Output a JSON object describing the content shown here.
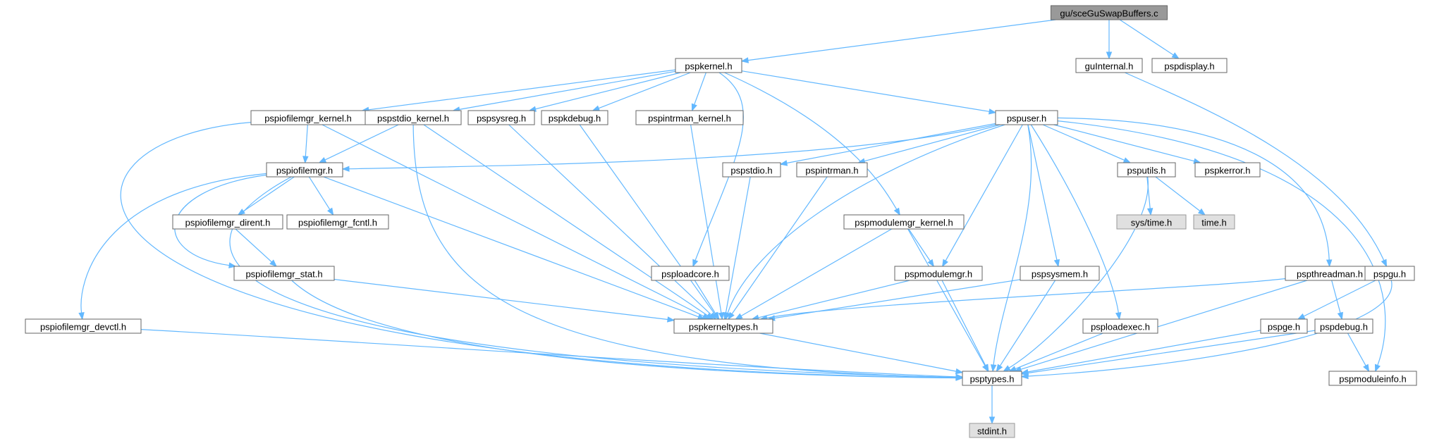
{
  "diagram": {
    "colors": {
      "edge": "#63b8ff",
      "node_border": "#666666",
      "node_fill": "#ffffff",
      "root_fill": "#999999",
      "system_fill": "#e0e0e0"
    },
    "nodes": [
      {
        "id": "n_root",
        "label": "gu/sceGuSwapBuffers.c",
        "kind": "root"
      },
      {
        "id": "n_pspkernel",
        "label": "pspkernel.h",
        "kind": "normal"
      },
      {
        "id": "n_guinternal",
        "label": "guInternal.h",
        "kind": "normal"
      },
      {
        "id": "n_pspdisplay",
        "label": "pspdisplay.h",
        "kind": "normal"
      },
      {
        "id": "n_pspiofilemgr_kernel",
        "label": "pspiofilemgr_kernel.h",
        "kind": "normal"
      },
      {
        "id": "n_pspstdio_kernel",
        "label": "pspstdio_kernel.h",
        "kind": "normal"
      },
      {
        "id": "n_pspsysreg",
        "label": "pspsysreg.h",
        "kind": "normal"
      },
      {
        "id": "n_pspkdebug",
        "label": "pspkdebug.h",
        "kind": "normal"
      },
      {
        "id": "n_pspintrman_kernel",
        "label": "pspintrman_kernel.h",
        "kind": "normal"
      },
      {
        "id": "n_pspuser",
        "label": "pspuser.h",
        "kind": "normal"
      },
      {
        "id": "n_pspiofilemgr",
        "label": "pspiofilemgr.h",
        "kind": "normal"
      },
      {
        "id": "n_pspstdio",
        "label": "pspstdio.h",
        "kind": "normal"
      },
      {
        "id": "n_pspintrman",
        "label": "pspintrman.h",
        "kind": "normal"
      },
      {
        "id": "n_psputils",
        "label": "psputils.h",
        "kind": "normal"
      },
      {
        "id": "n_pspkerror",
        "label": "pspkerror.h",
        "kind": "normal"
      },
      {
        "id": "n_pspiofilemgr_dirent",
        "label": "pspiofilemgr_dirent.h",
        "kind": "normal"
      },
      {
        "id": "n_pspiofilemgr_fcntl",
        "label": "pspiofilemgr_fcntl.h",
        "kind": "normal"
      },
      {
        "id": "n_pspmodulemgr_kernel",
        "label": "pspmodulemgr_kernel.h",
        "kind": "normal"
      },
      {
        "id": "n_sys_time",
        "label": "sys/time.h",
        "kind": "system"
      },
      {
        "id": "n_time",
        "label": "time.h",
        "kind": "system"
      },
      {
        "id": "n_pspiofilemgr_stat",
        "label": "pspiofilemgr_stat.h",
        "kind": "normal"
      },
      {
        "id": "n_psploadcore",
        "label": "psploadcore.h",
        "kind": "normal"
      },
      {
        "id": "n_pspmodulemgr",
        "label": "pspmodulemgr.h",
        "kind": "normal"
      },
      {
        "id": "n_pspsysmem",
        "label": "pspsysmem.h",
        "kind": "normal"
      },
      {
        "id": "n_pspthreadman",
        "label": "pspthreadman.h",
        "kind": "normal"
      },
      {
        "id": "n_pspgu",
        "label": "pspgu.h",
        "kind": "normal"
      },
      {
        "id": "n_pspiofilemgr_devctl",
        "label": "pspiofilemgr_devctl.h",
        "kind": "normal"
      },
      {
        "id": "n_pspkerneltypes",
        "label": "pspkerneltypes.h",
        "kind": "normal"
      },
      {
        "id": "n_psploadexec",
        "label": "psploadexec.h",
        "kind": "normal"
      },
      {
        "id": "n_pspge",
        "label": "pspge.h",
        "kind": "normal"
      },
      {
        "id": "n_pspdebug",
        "label": "pspdebug.h",
        "kind": "normal"
      },
      {
        "id": "n_psptypes",
        "label": "psptypes.h",
        "kind": "normal"
      },
      {
        "id": "n_pspmoduleinfo",
        "label": "pspmoduleinfo.h",
        "kind": "normal"
      },
      {
        "id": "n_stdint",
        "label": "stdint.h",
        "kind": "system"
      }
    ],
    "edges": [
      [
        "n_root",
        "n_pspkernel"
      ],
      [
        "n_root",
        "n_guinternal"
      ],
      [
        "n_root",
        "n_pspdisplay"
      ],
      [
        "n_pspkernel",
        "n_pspiofilemgr_kernel"
      ],
      [
        "n_pspkernel",
        "n_pspstdio_kernel"
      ],
      [
        "n_pspkernel",
        "n_pspsysreg"
      ],
      [
        "n_pspkernel",
        "n_pspkdebug"
      ],
      [
        "n_pspkernel",
        "n_pspintrman_kernel"
      ],
      [
        "n_pspkernel",
        "n_psploadcore"
      ],
      [
        "n_pspkernel",
        "n_pspmodulemgr_kernel"
      ],
      [
        "n_pspkernel",
        "n_pspuser"
      ],
      [
        "n_guinternal",
        "n_pspgu"
      ],
      [
        "n_pspiofilemgr_kernel",
        "n_pspiofilemgr"
      ],
      [
        "n_pspiofilemgr_kernel",
        "n_pspkerneltypes"
      ],
      [
        "n_pspiofilemgr_kernel",
        "n_psptypes"
      ],
      [
        "n_pspstdio_kernel",
        "n_pspiofilemgr"
      ],
      [
        "n_pspstdio_kernel",
        "n_pspkerneltypes"
      ],
      [
        "n_pspstdio_kernel",
        "n_psptypes"
      ],
      [
        "n_pspsysreg",
        "n_pspkerneltypes"
      ],
      [
        "n_pspkdebug",
        "n_pspkerneltypes"
      ],
      [
        "n_pspintrman_kernel",
        "n_pspkerneltypes"
      ],
      [
        "n_pspuser",
        "n_pspiofilemgr"
      ],
      [
        "n_pspuser",
        "n_pspstdio"
      ],
      [
        "n_pspuser",
        "n_pspintrman"
      ],
      [
        "n_pspuser",
        "n_pspmodulemgr"
      ],
      [
        "n_pspuser",
        "n_pspsysmem"
      ],
      [
        "n_pspuser",
        "n_psputils"
      ],
      [
        "n_pspuser",
        "n_pspkerror"
      ],
      [
        "n_pspuser",
        "n_pspthreadman"
      ],
      [
        "n_pspuser",
        "n_psploadexec"
      ],
      [
        "n_pspuser",
        "n_pspkerneltypes"
      ],
      [
        "n_pspuser",
        "n_psptypes"
      ],
      [
        "n_pspuser",
        "n_pspmoduleinfo"
      ],
      [
        "n_pspiofilemgr",
        "n_pspiofilemgr_dirent"
      ],
      [
        "n_pspiofilemgr",
        "n_pspiofilemgr_fcntl"
      ],
      [
        "n_pspiofilemgr",
        "n_pspiofilemgr_stat"
      ],
      [
        "n_pspiofilemgr",
        "n_pspiofilemgr_devctl"
      ],
      [
        "n_pspiofilemgr",
        "n_pspkerneltypes"
      ],
      [
        "n_pspiofilemgr",
        "n_psptypes"
      ],
      [
        "n_pspiofilemgr_dirent",
        "n_pspiofilemgr_stat"
      ],
      [
        "n_pspiofilemgr_stat",
        "n_pspkerneltypes"
      ],
      [
        "n_pspiofilemgr_stat",
        "n_psptypes"
      ],
      [
        "n_pspiofilemgr_devctl",
        "n_psptypes"
      ],
      [
        "n_pspstdio",
        "n_pspkerneltypes"
      ],
      [
        "n_pspintrman",
        "n_pspkerneltypes"
      ],
      [
        "n_psputils",
        "n_sys_time"
      ],
      [
        "n_psputils",
        "n_time"
      ],
      [
        "n_psputils",
        "n_psptypes"
      ],
      [
        "n_pspmodulemgr_kernel",
        "n_pspmodulemgr"
      ],
      [
        "n_pspmodulemgr_kernel",
        "n_pspkerneltypes"
      ],
      [
        "n_pspmodulemgr_kernel",
        "n_psptypes"
      ],
      [
        "n_pspmodulemgr",
        "n_pspkerneltypes"
      ],
      [
        "n_pspmodulemgr",
        "n_psptypes"
      ],
      [
        "n_pspsysmem",
        "n_pspkerneltypes"
      ],
      [
        "n_pspsysmem",
        "n_psptypes"
      ],
      [
        "n_psploadcore",
        "n_pspkerneltypes"
      ],
      [
        "n_pspthreadman",
        "n_pspkerneltypes"
      ],
      [
        "n_pspthreadman",
        "n_psptypes"
      ],
      [
        "n_pspthreadman",
        "n_pspdebug"
      ],
      [
        "n_pspgu",
        "n_pspge"
      ],
      [
        "n_pspgu",
        "n_psptypes"
      ],
      [
        "n_pspge",
        "n_psptypes"
      ],
      [
        "n_pspdebug",
        "n_psptypes"
      ],
      [
        "n_pspdebug",
        "n_pspmoduleinfo"
      ],
      [
        "n_psploadexec",
        "n_psptypes"
      ],
      [
        "n_pspkerneltypes",
        "n_psptypes"
      ],
      [
        "n_psptypes",
        "n_stdint"
      ]
    ]
  }
}
